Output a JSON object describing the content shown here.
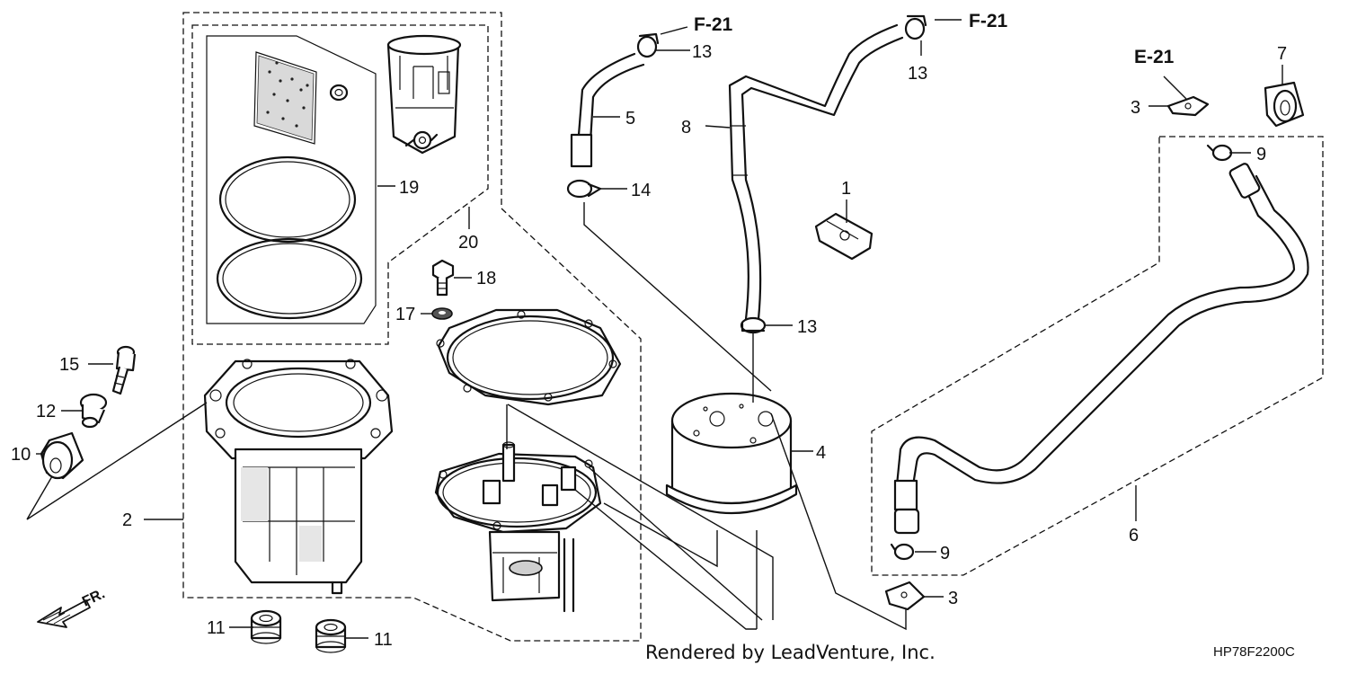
{
  "references": {
    "fuel_line_left": "F-21",
    "fuel_line_right": "F-21",
    "vent_line": "E-21"
  },
  "direction_indicator": "FR.",
  "callouts": {
    "p1": "1",
    "p2": "2",
    "p3_top": "3",
    "p3_bottom": "3",
    "p4": "4",
    "p5": "5",
    "p6": "6",
    "p7": "7",
    "p8": "8",
    "p9_top": "9",
    "p9_bottom": "9",
    "p10": "10",
    "p11_left": "11",
    "p11_right": "11",
    "p12": "12",
    "p13_left": "13",
    "p13_right": "13",
    "p13_mid": "13",
    "p14": "14",
    "p15": "15",
    "p17": "17",
    "p18": "18",
    "p19": "19",
    "p20": "20"
  },
  "footer": {
    "rendered_by": "Rendered by LeadVenture, Inc.",
    "diagram_code": "HP78F2200C"
  }
}
